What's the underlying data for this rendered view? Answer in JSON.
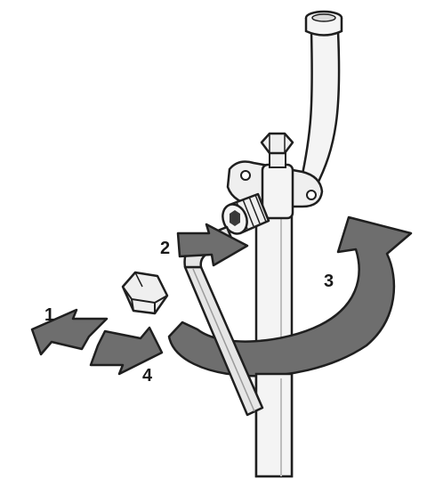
{
  "steps": [
    "1",
    "2",
    "3",
    "4"
  ],
  "colors": {
    "outline": "#1f1f1f",
    "arrow_fill": "#6e6e6e",
    "pipe_fill": "#f4f4f4",
    "part_fill": "#efefef",
    "background": "#ffffff"
  },
  "icons": {
    "tool": "hex-key-icon",
    "part": "hex-cap-icon"
  }
}
